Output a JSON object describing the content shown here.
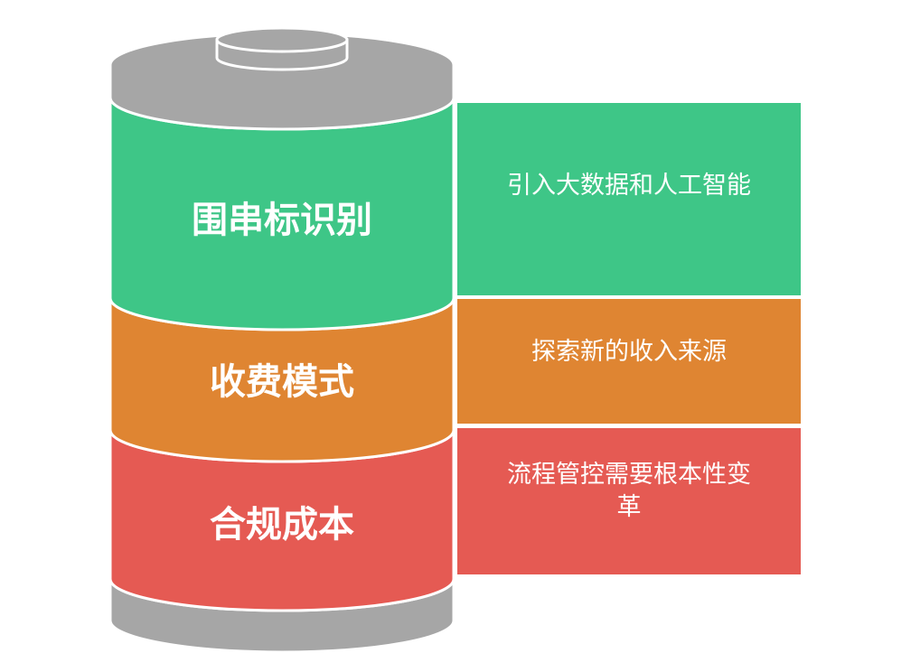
{
  "colors": {
    "green": "#3ec687",
    "orange": "#df8532",
    "red": "#e55a53",
    "cap_gray": "#a6a6a6",
    "cap_stroke": "#ffffff"
  },
  "segments": [
    {
      "label": "围串标识别",
      "color": "#3ec687"
    },
    {
      "label": "收费模式",
      "color": "#df8532"
    },
    {
      "label": "合规成本",
      "color": "#e55a53"
    }
  ],
  "boxes": [
    {
      "text": "引入大数据和人工智能",
      "color": "#3ec687"
    },
    {
      "text": "探索新的收入来源",
      "color": "#df8532"
    },
    {
      "text": "流程管控需要根本性变革",
      "color": "#e55a53"
    }
  ]
}
